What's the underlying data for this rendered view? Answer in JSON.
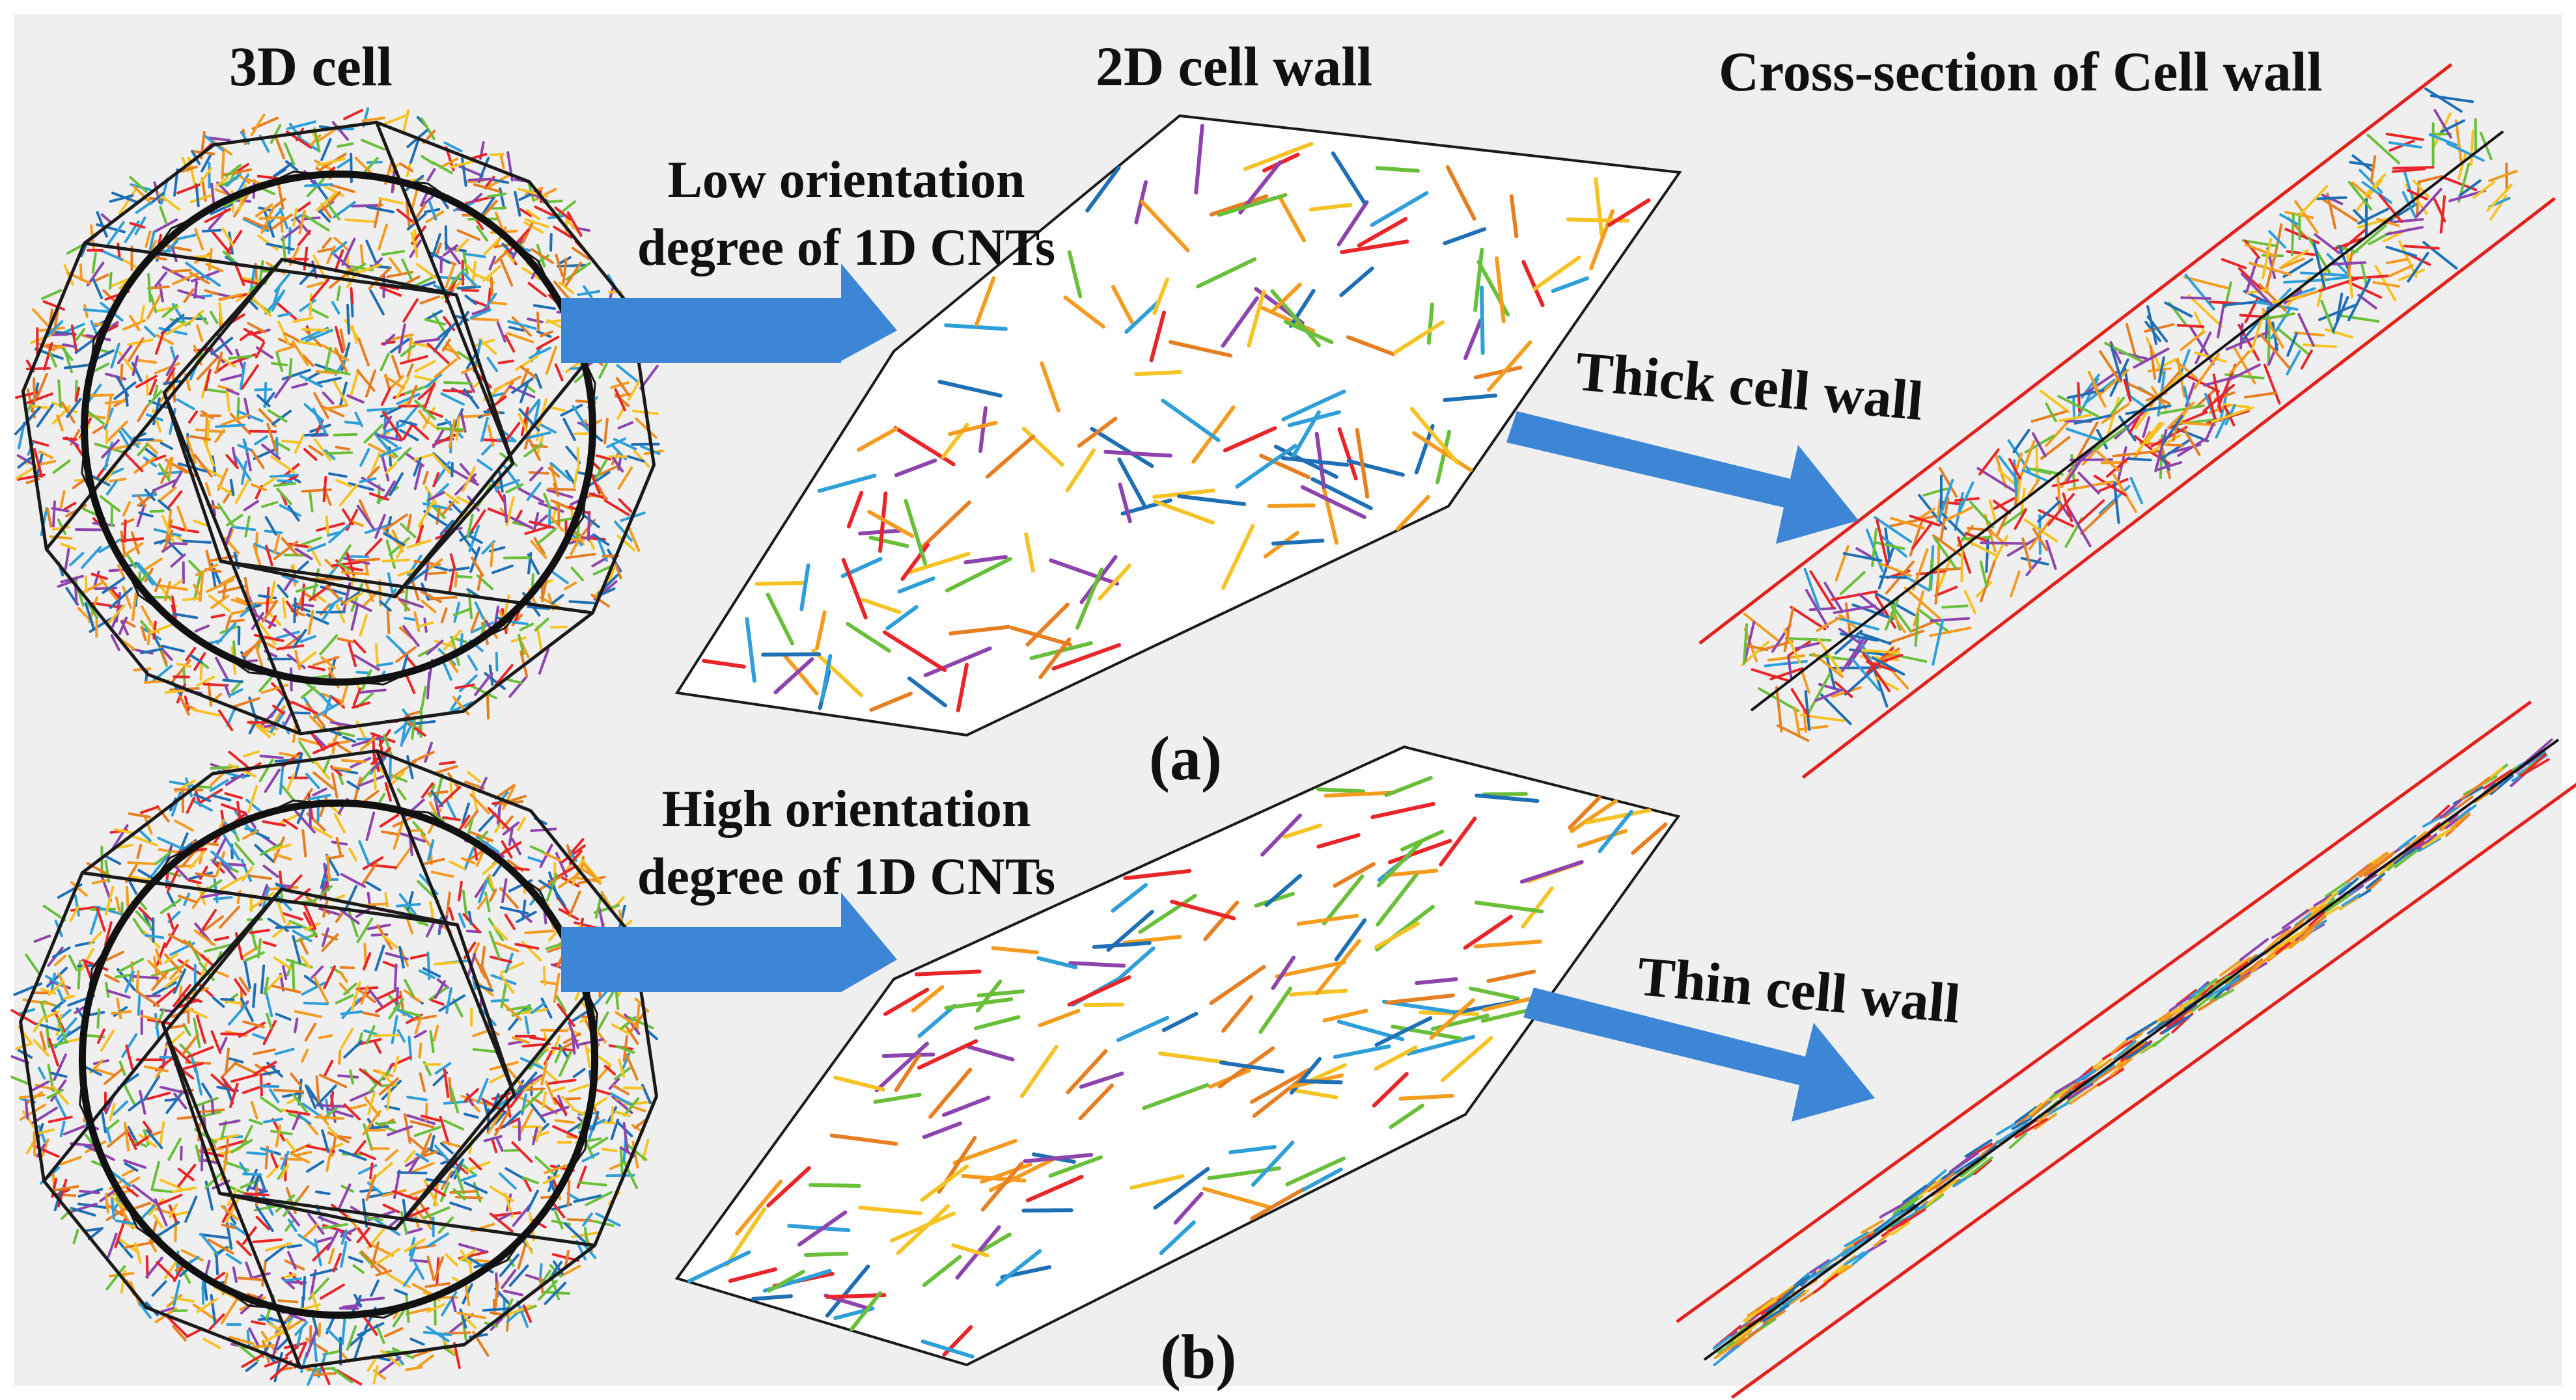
{
  "headings": {
    "cell3d": "3D cell",
    "wall2d": "2D cell wall",
    "cross": "Cross-section of Cell wall"
  },
  "panel_a": {
    "orientation_line1": "Low orientation",
    "orientation_line2": "degree of 1D CNTs",
    "wall_label": "Thick cell wall",
    "tag": "(a)"
  },
  "panel_b": {
    "orientation_line1": "High orientation",
    "orientation_line2": "degree of 1D CNTs",
    "wall_label": "Thin cell wall",
    "tag": "(b)"
  },
  "colors": {
    "background": "#efefef",
    "arrow": "#3d86d6",
    "boundary_lines": "#e3201b",
    "outline": "#1a1a1a",
    "cnt_palette": [
      "#e8262a",
      "#2e9fd8",
      "#6abf3a",
      "#f39c1f",
      "#8e44ad",
      "#f6c325",
      "#1f6fb5",
      "#e67e22"
    ]
  },
  "icons": {
    "arrow": "right-arrow-icon"
  }
}
